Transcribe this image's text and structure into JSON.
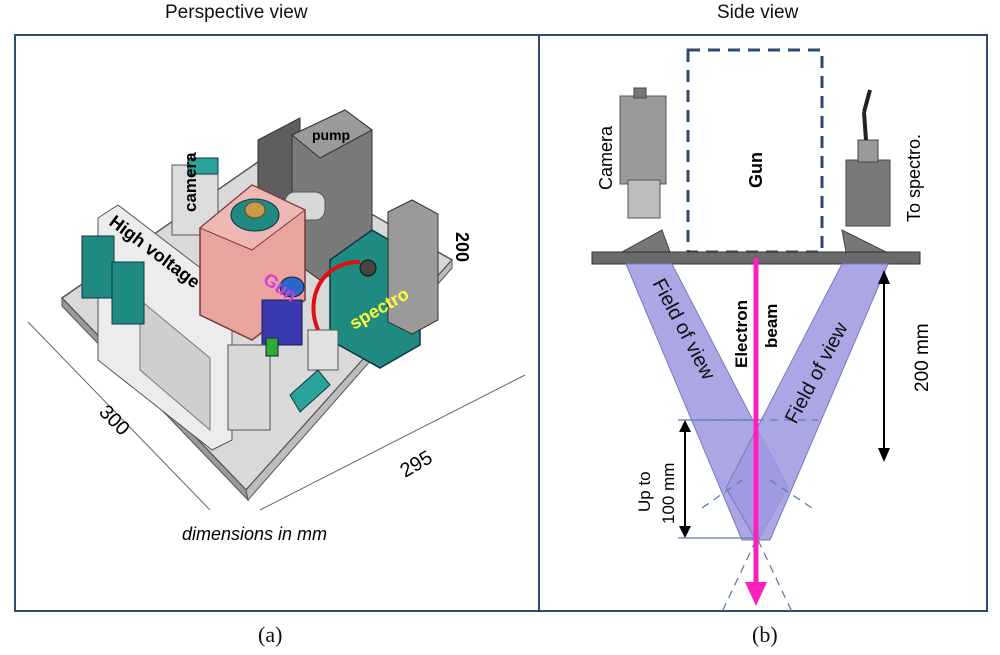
{
  "panel_a": {
    "title": "Perspective view",
    "labels": {
      "camera": "camera",
      "pump": "pump",
      "gun": "Gun",
      "high_voltage": "High voltage",
      "spectro": "spectro",
      "dim_200": "200",
      "dim_300": "300",
      "dim_295": "295",
      "dimensions_note": "dimensions in mm"
    },
    "caption": "(a)"
  },
  "panel_b": {
    "title": "Side view",
    "labels": {
      "camera": "Camera",
      "gun": "Gun",
      "to_spectro": "To spectro.",
      "fov_left": "Field of view",
      "fov_right": "Field of view",
      "electron": "Electron",
      "beam": "beam",
      "dist_200": "200 mm",
      "up_to": "Up to",
      "up_to_mm": "100 mm"
    },
    "caption": "(b)"
  },
  "colors": {
    "frame": "#2f4a6e",
    "beam": "#ff1fbf",
    "field_of_view": "#9c98e0",
    "gun_label": "#d23bd8",
    "spectro_label": "#ffff33",
    "teal": "#1f8a80"
  }
}
